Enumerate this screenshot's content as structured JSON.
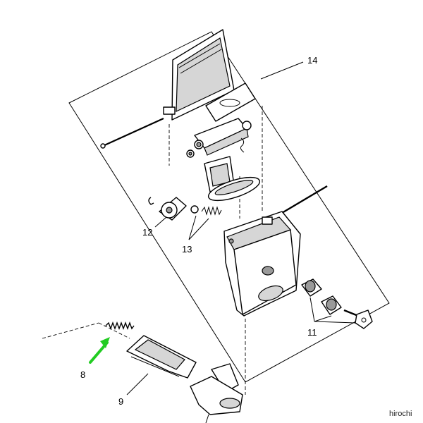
{
  "callouts": {
    "c14": "14",
    "c12": "12",
    "c13": "13",
    "c11": "11",
    "c8": "8",
    "c9": "9"
  },
  "watermark": "hirochi",
  "colors": {
    "arrow": "#22cc22",
    "line": "#000000",
    "shade": "#d6d6d6"
  }
}
